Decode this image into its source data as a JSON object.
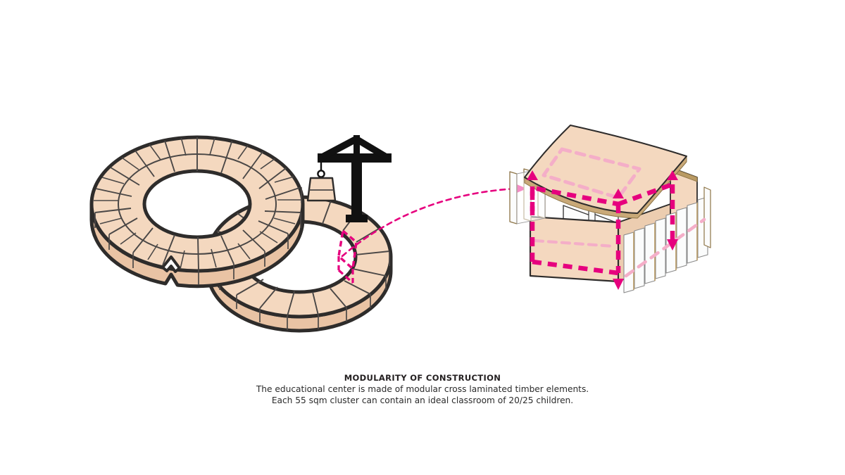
{
  "document": {
    "type": "architectural-diagram",
    "background_color": "#ffffff"
  },
  "caption": {
    "title": "MODULARITY OF CONSTRUCTION",
    "line1": "The educational center is made of modular cross laminated timber elements.",
    "line2": "Each 55 sqm cluster can contain an ideal classroom of 20/25 children."
  },
  "palette": {
    "timber_fill": "#f4d8bf",
    "timber_fill_light": "#f7e2cf",
    "timber_fill_dark": "#e9c3a4",
    "outline_dark": "#2e2c2b",
    "segment_line": "#4a4746",
    "panel_white": "#fbfcfc",
    "panel_edge_gold": "#b99a63",
    "accent_magenta": "#e6007e",
    "accent_pink_soft": "#f4aec8",
    "crane_black": "#111111"
  },
  "left_diagram": {
    "name": "double-ring-plan",
    "description": "Two overlapping segmented toroidal clusters in axonometric view",
    "rings": [
      {
        "id": "ring-upper-left",
        "segmented_rows": 2,
        "segments": 14,
        "has_entrance_notch": true
      },
      {
        "id": "ring-lower-right",
        "segmented_rows": 1,
        "segments": 18,
        "has_entrance_notch": false
      }
    ],
    "crane": {
      "label": "tower-crane",
      "load_label": "timber-module-load"
    },
    "highlighted_module": {
      "label": "highlighted-cluster-module",
      "outline_color": "#e6007e",
      "style": "dashed"
    }
  },
  "connector": {
    "name": "exploded-view-link",
    "style": "dashed-curved-arrow",
    "color": "#e6007e"
  },
  "right_diagram": {
    "name": "exploded-module-axonometric",
    "description": "Exploded axonometric of one cross laminated timber cluster module",
    "parts": [
      {
        "id": "roof-panel",
        "label": "roof slab",
        "fill": "#f4d8bf"
      },
      {
        "id": "front-left-wall",
        "label": "front wall panel",
        "fill": "#f4d8bf"
      },
      {
        "id": "right-wall",
        "label": "side wall panel",
        "fill": "#f4d8bf"
      },
      {
        "id": "rear-wall",
        "label": "rear wall panel",
        "fill": "#f4d8bf"
      },
      {
        "id": "interior-partitions",
        "label": "interior partitions",
        "fill": "#fbfcfc"
      },
      {
        "id": "left-glazing-panels",
        "label": "glazed facade panels",
        "count": 3,
        "fill": "#fbfcfc"
      },
      {
        "id": "timber-fins",
        "label": "vertical timber fins",
        "count": 9,
        "fill": "#fbfcfc"
      }
    ],
    "assembly_arrows": {
      "color": "#e6007e",
      "style": "thick-dashed",
      "count": 6
    },
    "footprint_guides": {
      "color": "#f4aec8",
      "style": "dashed"
    }
  }
}
